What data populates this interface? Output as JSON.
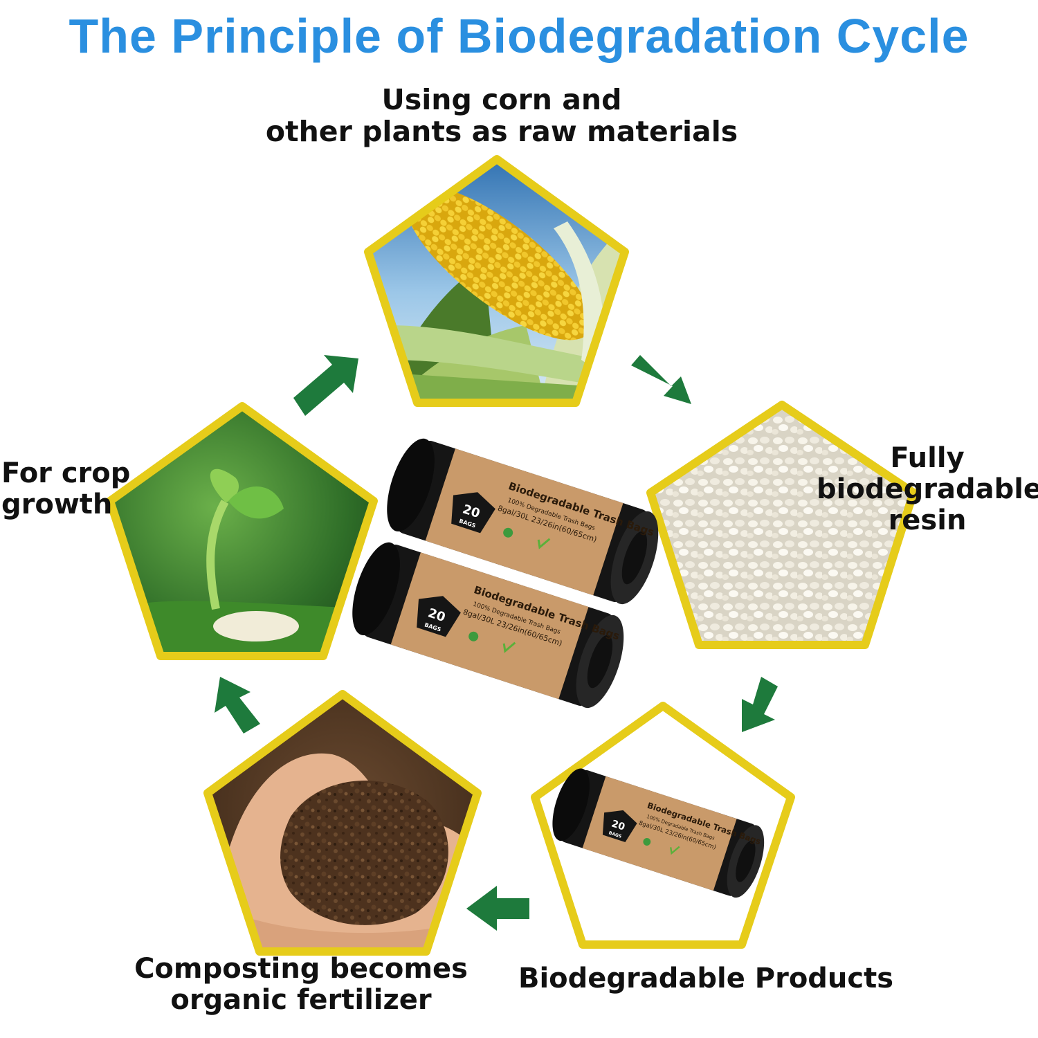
{
  "title": "The Principle of Biodegradation Cycle",
  "stages": {
    "raw_materials": "Using corn and\nother plants as raw materials",
    "resin": "Fully\nbiodegradable\nresin",
    "products": "Biodegradable Products",
    "compost": "Composting becomes\norganic fertilizer",
    "crop": "For crop\ngrowth"
  },
  "product_label": {
    "name": "Biodegradable Trash Bags",
    "subtitle": "100% Degradable Trash Bags",
    "count": "20",
    "count_unit": "BAGS",
    "count_text": "20BAGS",
    "spec": "8gal/30L  23/26in(60/65cm)"
  },
  "colors": {
    "title": "#2a8fe0",
    "pentagon_border": "#e6cc1a",
    "arrow": "#1e7a3c",
    "bag": "#151515",
    "label_kraft": "#c99a6a"
  },
  "icons": [
    "corn-image",
    "resin-pellets-image",
    "trash-bag-roll-image",
    "soil-in-hand-image",
    "sprout-image",
    "cycle-arrow-icon"
  ]
}
